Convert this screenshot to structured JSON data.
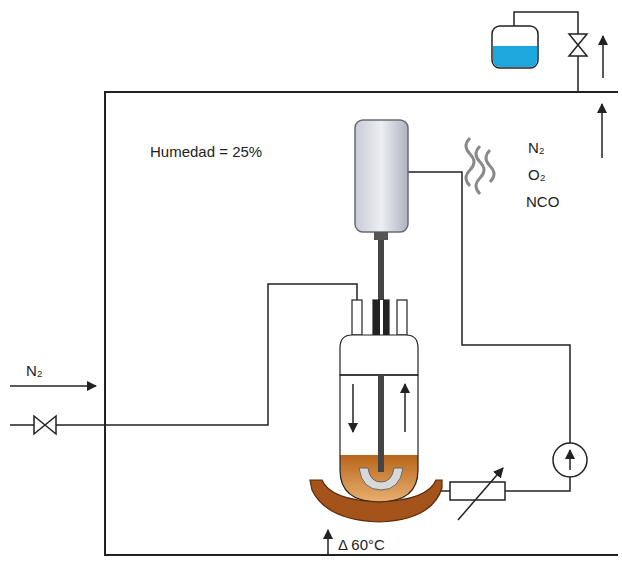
{
  "diagram": {
    "labels": [
      "Humedad = 25%",
      "N₂",
      "O₂",
      "NCO",
      "N₂",
      "Δ 60°C"
    ]
  }
}
